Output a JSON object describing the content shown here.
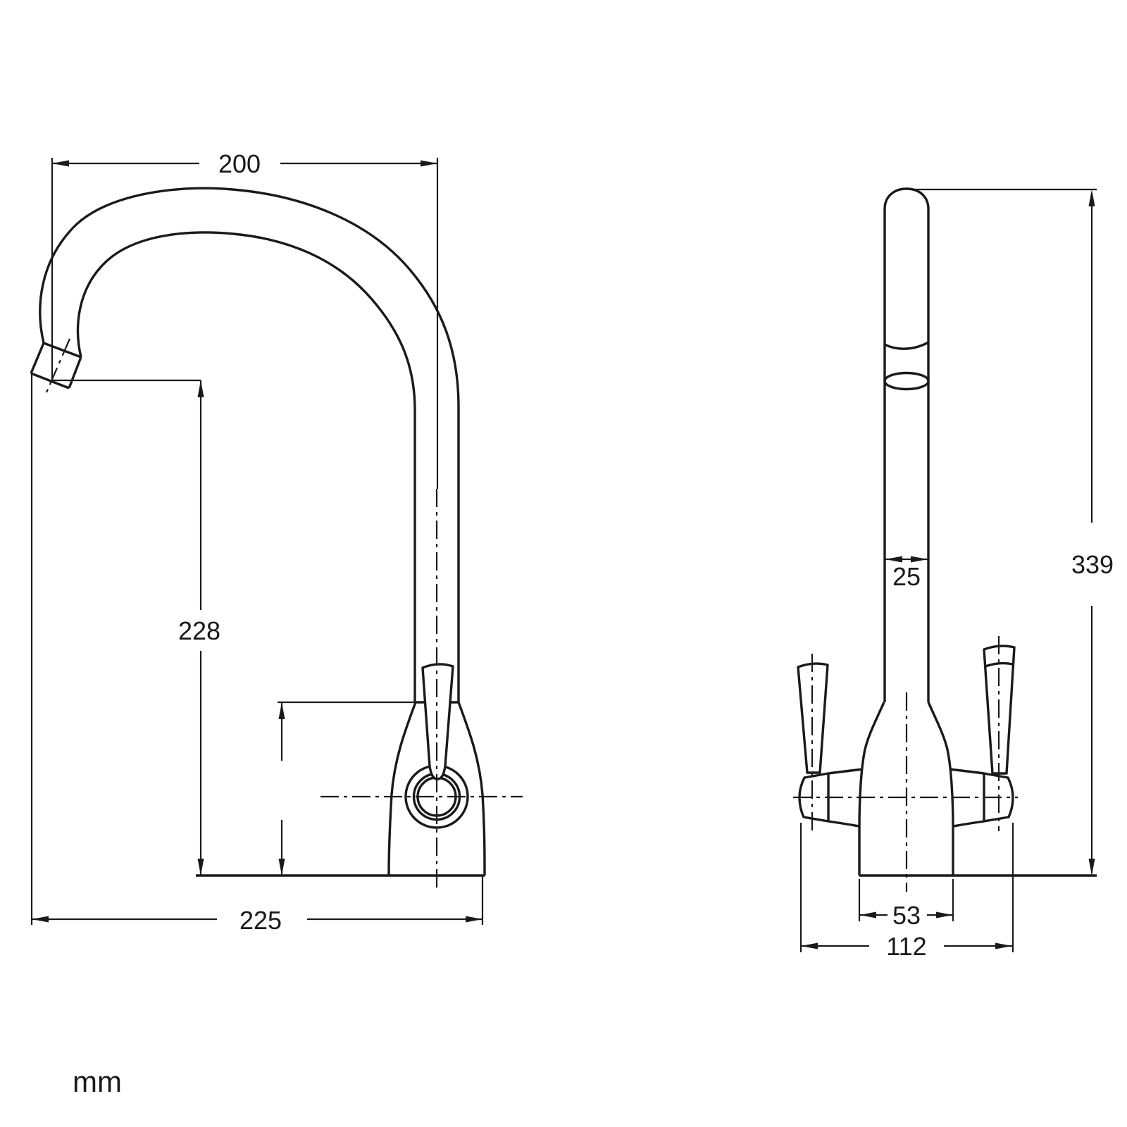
{
  "page": {
    "background": "#ffffff",
    "ink_color": "#1a1a1a",
    "unit_label": "mm"
  },
  "drawing": {
    "type": "technical-drawing",
    "subject": "kitchen mixer tap, side view and front view",
    "dimensions": {
      "spout_reach": "200",
      "spout_clearance_height": "228",
      "overall_depth": "225",
      "spout_diameter": "25",
      "overall_height": "339",
      "body_width": "53",
      "handles_span": "112"
    }
  }
}
